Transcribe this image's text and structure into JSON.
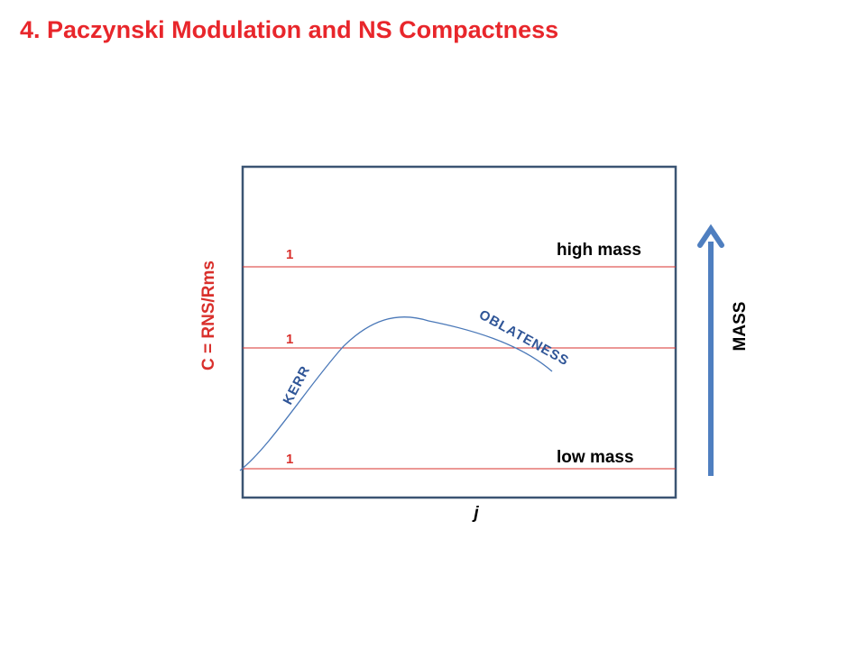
{
  "title": "4. Paczynski Modulation and NS Compactness",
  "diagram": {
    "y_axis_label": "C = RNS/Rms",
    "x_axis_label": "j",
    "line_labels": [
      "1",
      "1",
      "1"
    ],
    "high_mass_label": "high mass",
    "low_mass_label": "low mass",
    "curve_label_left": "KERR",
    "curve_label_right": "OBLATENESS",
    "arrow_label": "MASS",
    "colors": {
      "title": "#e8262b",
      "frame": "#3b5473",
      "reference_lines": "#d9302c",
      "curve": "#4a78b8",
      "curve_labels": "#2f5597",
      "arrow": "#4f7fc0",
      "labels": "#000000"
    }
  }
}
